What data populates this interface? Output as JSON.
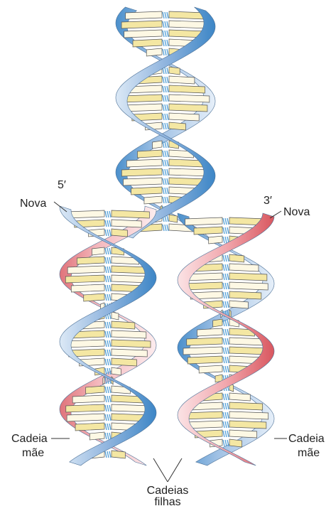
{
  "labels": {
    "five_prime": "5′",
    "three_prime": "3′",
    "new_left": "Nova",
    "new_right": "Nova",
    "parent_left_line1": "Cadeia",
    "parent_left_line2": "mãe",
    "parent_right_line1": "Cadeia",
    "parent_right_line2": "mãe",
    "daughters_line1": "Cadeias",
    "daughters_line2": "filhas"
  },
  "colors": {
    "parent_strand": "#8fb4de",
    "parent_strand_dark": "#3d86c6",
    "new_strand": "#f1a7ad",
    "new_strand_dark": "#d9575f",
    "base_pair": "#f4e7a3",
    "base_pair_light": "#fdf8e4",
    "hydrogen_bond": "#5ba4d8"
  }
}
